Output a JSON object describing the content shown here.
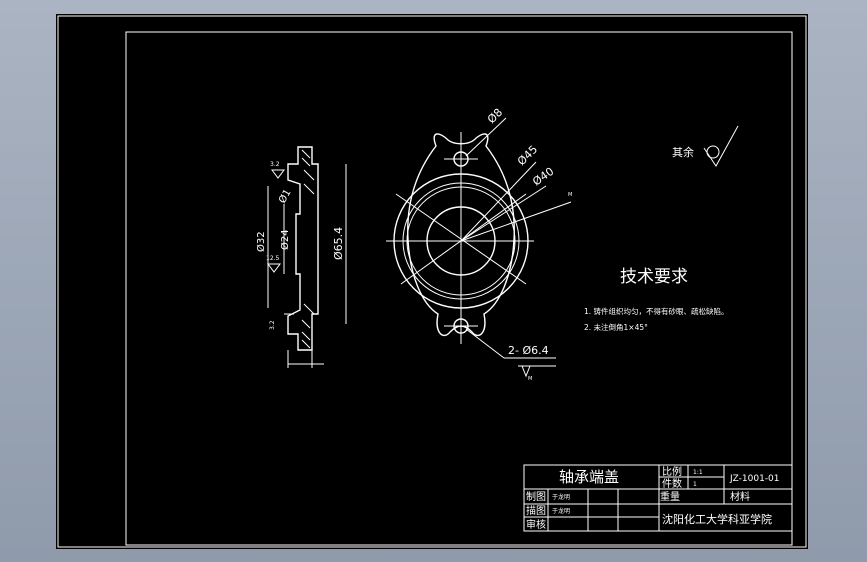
{
  "drawing": {
    "dims": {
      "d8": "Ø8",
      "d45": "Ø45",
      "d40": "Ø40",
      "d6_4": "2- Ø6.4",
      "d32": "Ø32",
      "d24": "Ø24",
      "d65_4": "Ø65.4",
      "d1": "Ø1",
      "r3_2a": "3.2",
      "r12_5": "12.5",
      "r3_2b": "3.2",
      "m1": "M",
      "m2": "M"
    },
    "roughness_note": "其余"
  },
  "tech": {
    "title": "技术要求",
    "items": [
      "1. 铸件组织均匀，不得有砂眼、疏松缺陷。",
      "2. 未注倒角1×45°"
    ]
  },
  "title_block": {
    "part_name": "轴承端盖",
    "scale_label": "比例",
    "scale_value": "1:1",
    "count_label": "件数",
    "count_value": "1",
    "drawing_no": "JZ-1001-01",
    "weight_label": "重量",
    "material_label": "材料",
    "draw_label": "制图",
    "draw_name": "于龙明",
    "trace_label": "描图",
    "trace_name": "于龙明",
    "review_label": "审核",
    "school": "沈阳化工大学科亚学院"
  }
}
